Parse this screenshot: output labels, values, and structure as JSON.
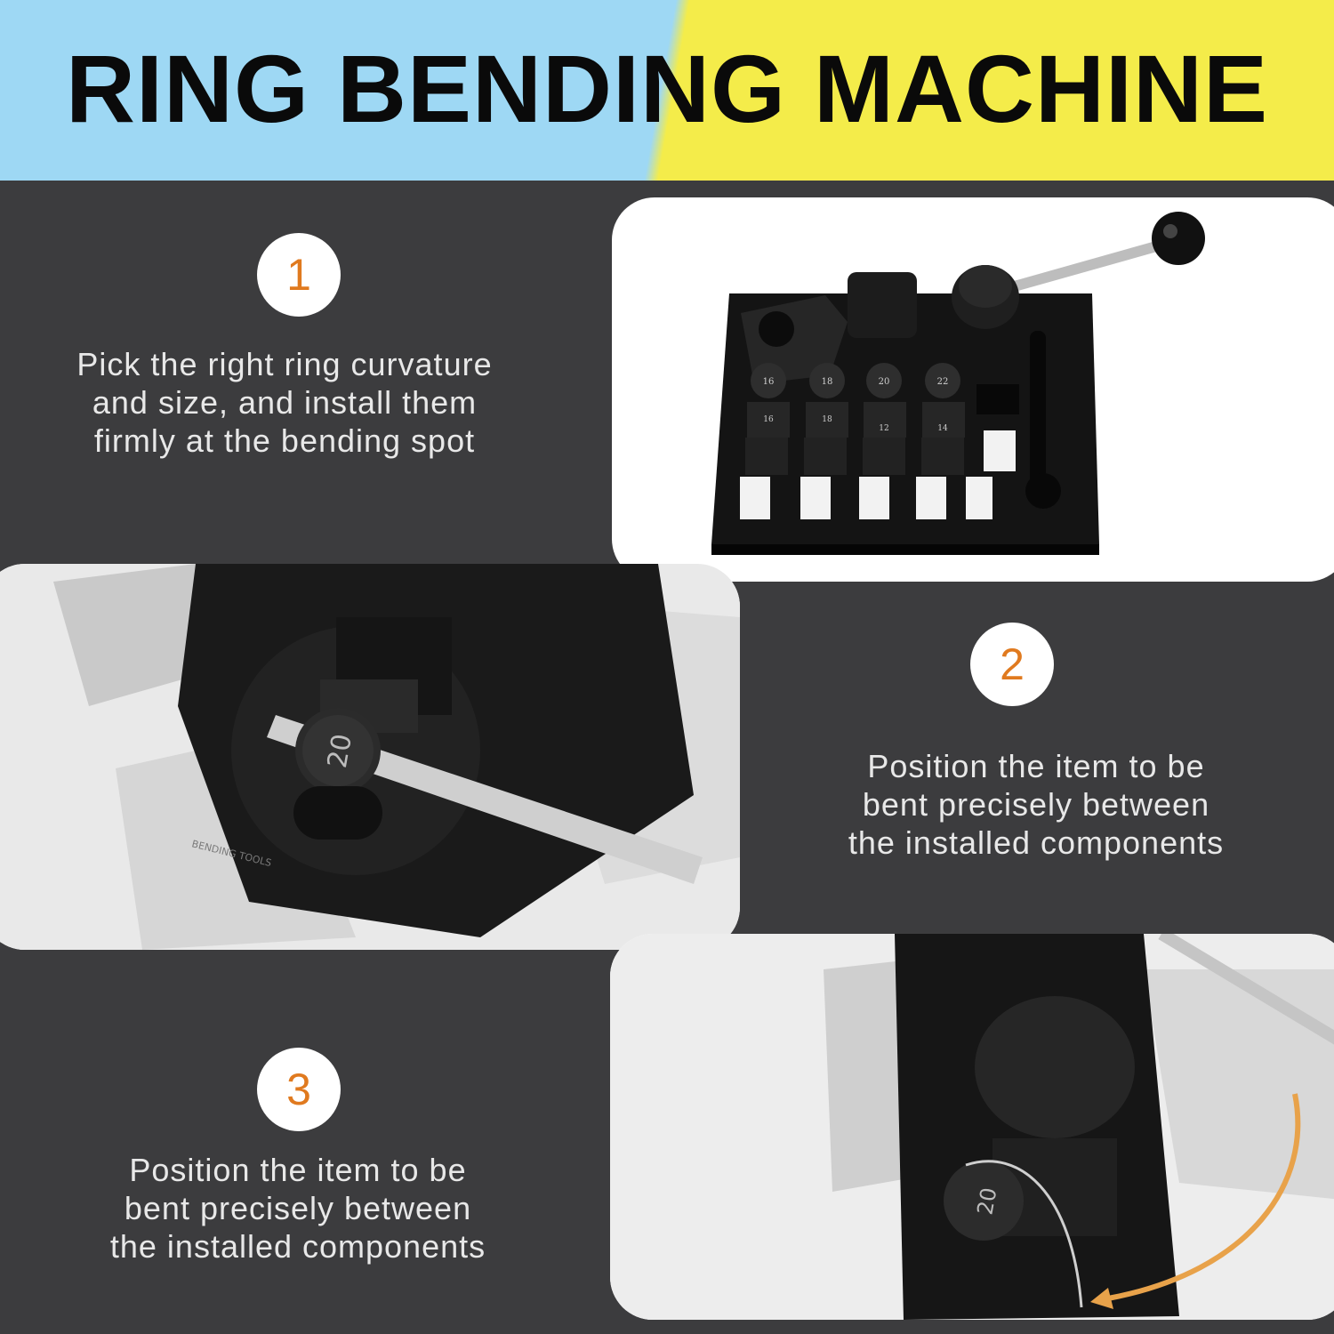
{
  "header": {
    "title": "RING BENDING MACHINE"
  },
  "steps": [
    {
      "number": "1",
      "lines": [
        "Pick the right ring curvature",
        "and size, and install them",
        "firmly at the bending spot"
      ]
    },
    {
      "number": "2",
      "lines": [
        "Position the item to be",
        "bent precisely between",
        "the installed components"
      ]
    },
    {
      "number": "3",
      "lines": [
        "Position the item to be",
        "bent precisely between",
        "the installed components"
      ]
    }
  ],
  "machine": {
    "top_sizes": [
      "16",
      "18",
      "20",
      "22"
    ],
    "mid_sizes": [
      "16",
      "18",
      "12",
      "14"
    ],
    "die_label": "20",
    "brand_text": "BENDING TOOLS"
  },
  "colors": {
    "badge_number": "#e07a1f",
    "background": "#3c3c3e",
    "header_left": "#9ed8f4",
    "header_right": "#f4ec4a"
  }
}
